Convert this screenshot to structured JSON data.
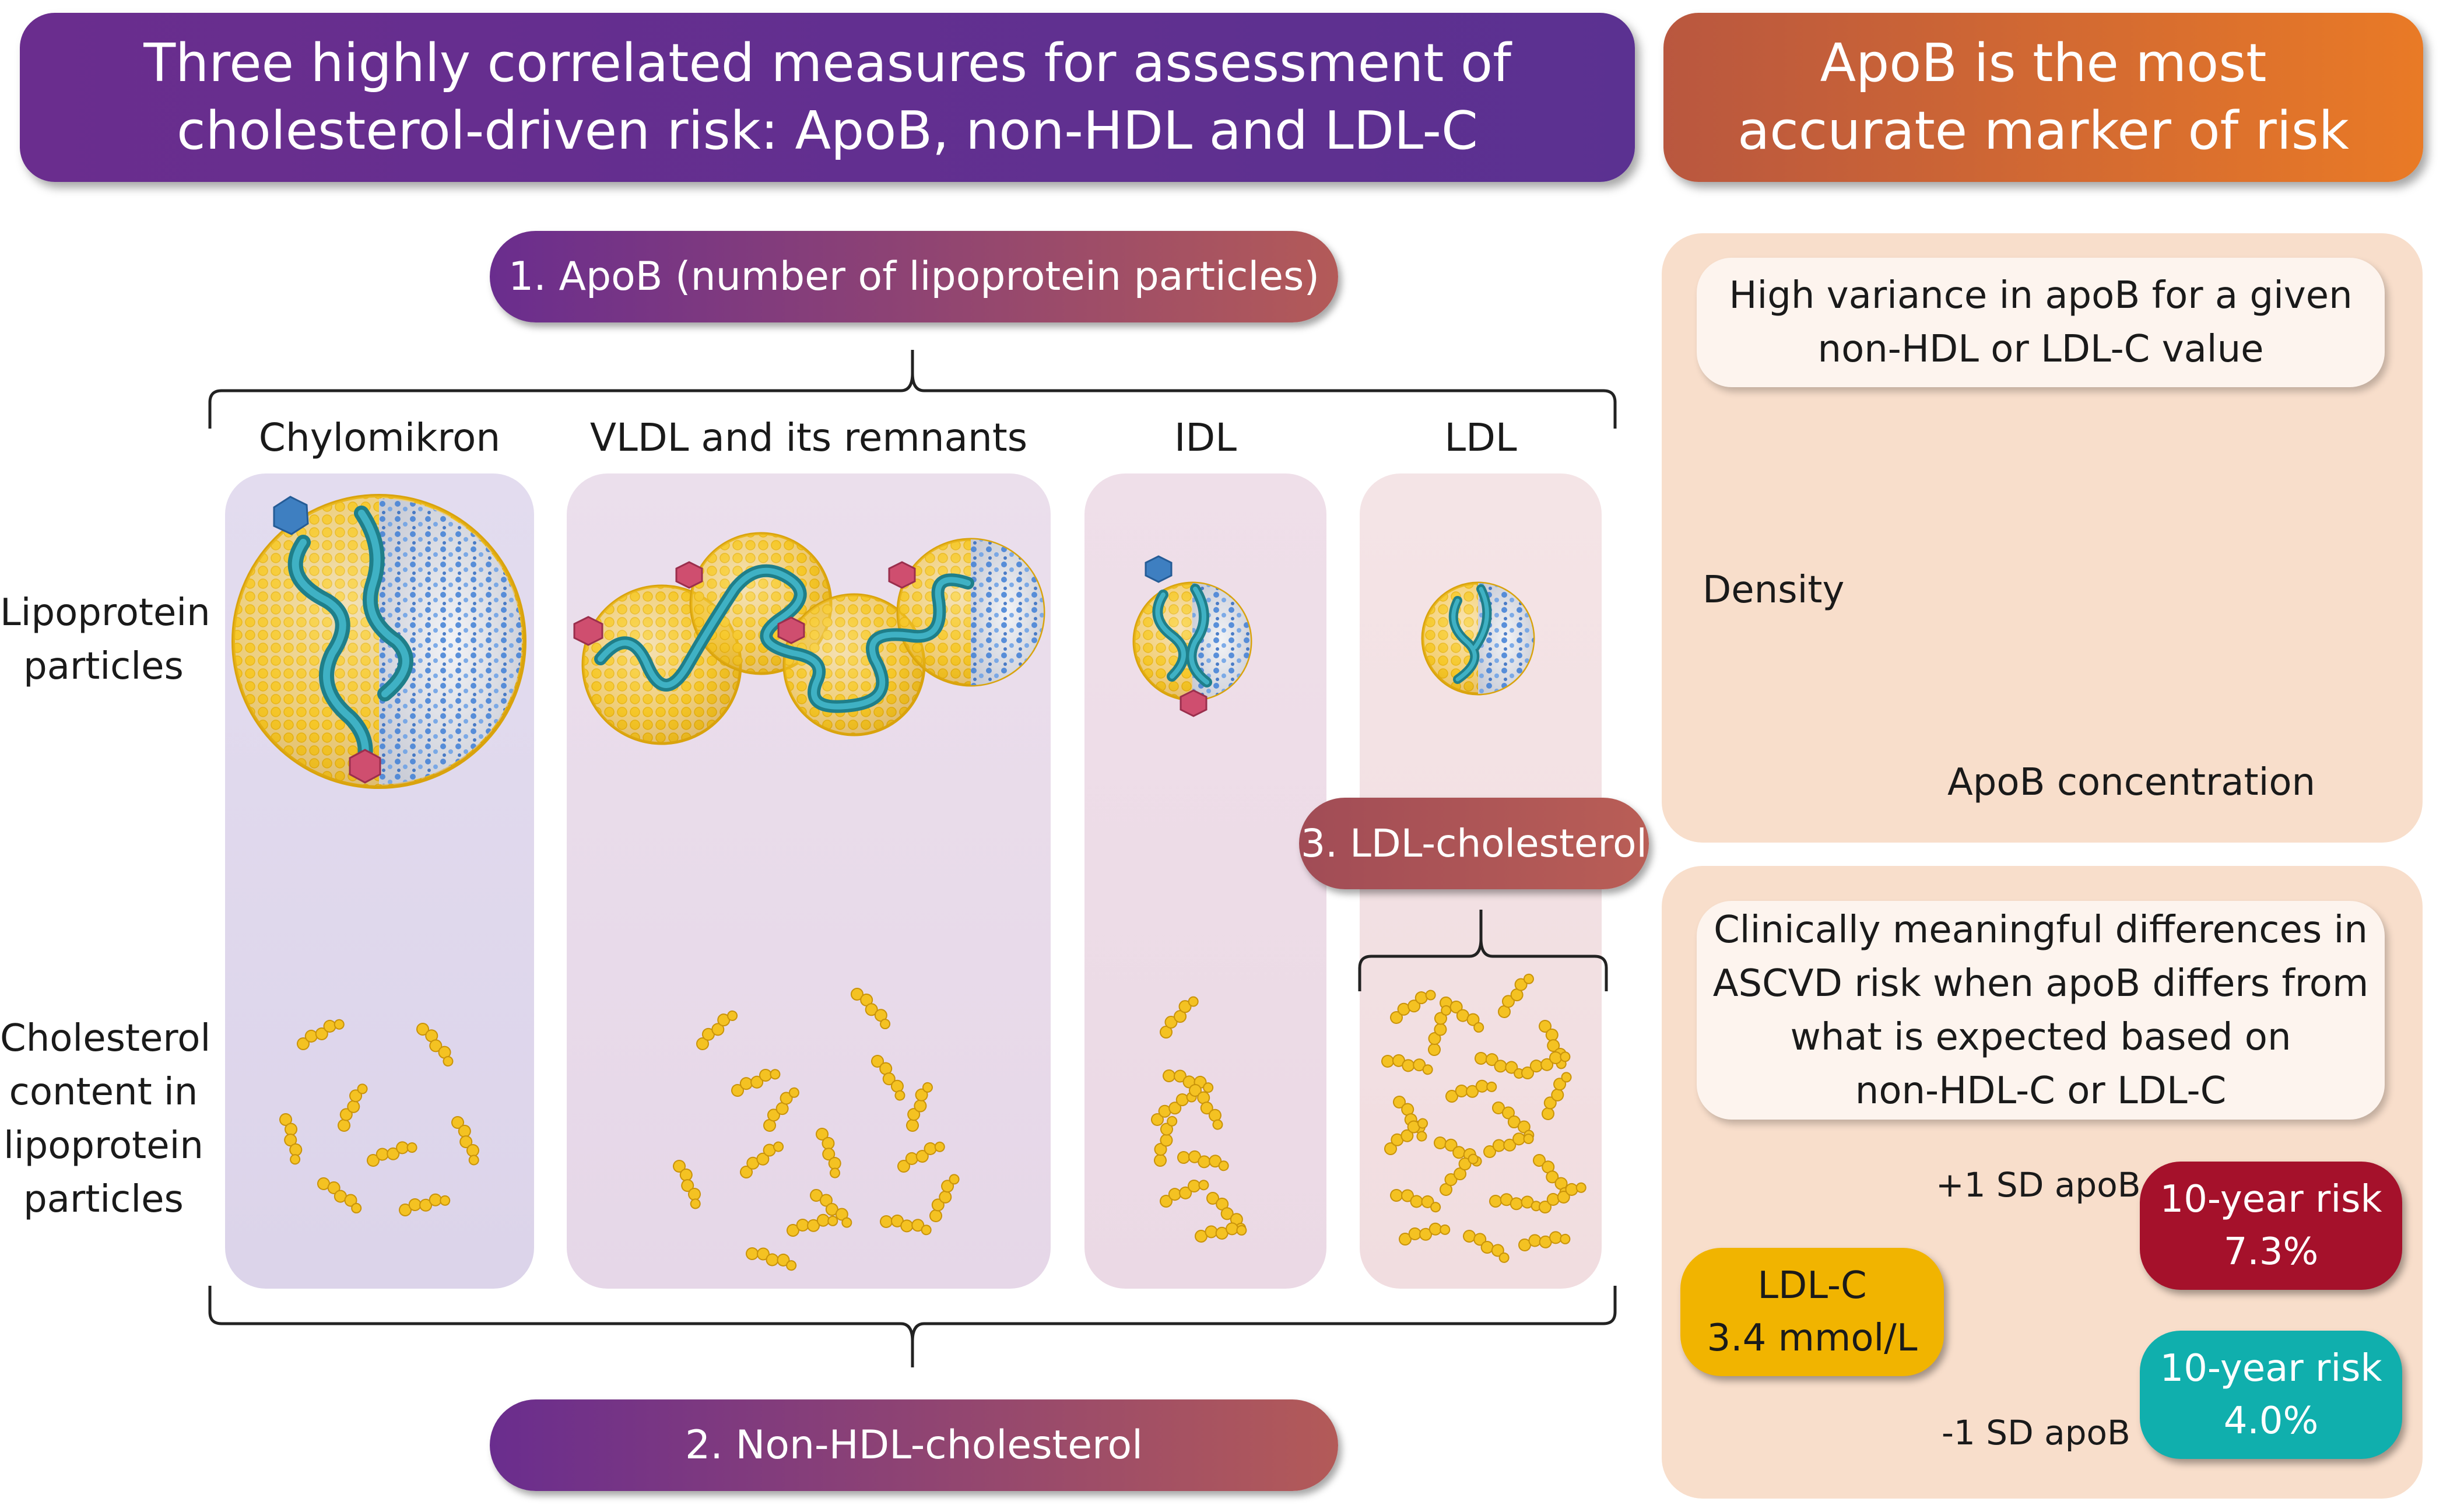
{
  "header_left": {
    "line1": "Three highly correlated measures for assessment of",
    "line2": "cholesterol-driven risk: ApoB, non-HDL and LDL-C"
  },
  "header_right": {
    "line1": "ApoB is the most",
    "line2": "accurate marker of risk"
  },
  "measures": {
    "apob": "1. ApoB (number of lipoprotein particles)",
    "non_hdl": "2. Non-HDL-cholesterol",
    "ldl_c": "3. LDL-cholesterol"
  },
  "columns": [
    "Chylomikron",
    "VLDL and its remnants",
    "IDL",
    "LDL"
  ],
  "row_labels": {
    "particles": [
      "Lipoprotein",
      "particles"
    ],
    "cholesterol": [
      "Cholesterol",
      "content in",
      "lipoprotein",
      "particles"
    ]
  },
  "variance_panel": {
    "callout": [
      "High variance in apoB for a given",
      "non-HDL or LDL-C value"
    ],
    "ylabel": "Density",
    "xlabel": "ApoB concentration",
    "colors": {
      "low": "#10afad",
      "mid": "#f4b800",
      "high": "#a5112b"
    }
  },
  "clinical_panel": {
    "callout": [
      "Clinically meaningful differences in",
      "ASCVD risk when apoB differs from",
      "what is expected based on",
      "non-HDL-C or LDL-C"
    ],
    "ldlc": {
      "label": "LDL-C",
      "value": "3.4 mmol/L"
    },
    "up_branch": "+1 SD apoB",
    "down_branch": "-1 SD apoB",
    "risk_high": {
      "label": "10-year risk",
      "value": "7.3%"
    },
    "risk_low": {
      "label": "10-year risk",
      "value": "4.0%"
    }
  }
}
